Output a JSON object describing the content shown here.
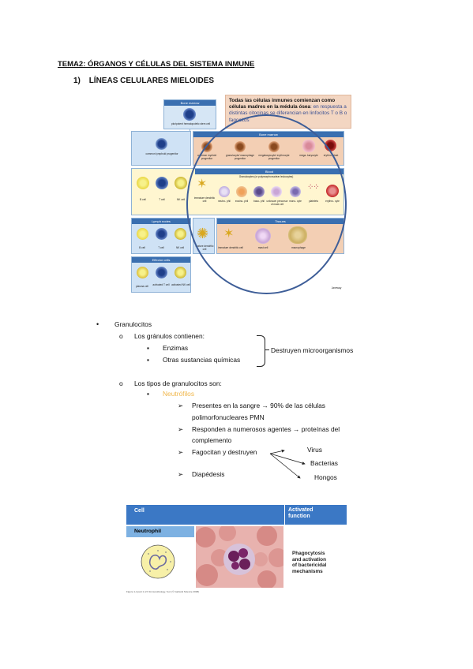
{
  "title": "TEMA2: ÓRGANOS Y CÉLULAS DEL SISTEMA INMUNE",
  "section": {
    "number": "1)",
    "heading": "LÍNEAS CELULARES MIELOIDES"
  },
  "figure": {
    "note": {
      "bold1": "Todas las células inmunes comienzan como células madres en la médula ósea",
      "rest": ": en respuesta a distintas citocinas se diferencian en linfocitos T o B o fagocitos"
    },
    "headers": {
      "bone_marrow_top": "Bone marrow",
      "bone_marrow_right": "Bone marrow",
      "blood": "Blood",
      "granulocytes": "Granulocytes (or polymorphonuclear leukocytes)",
      "lymph_nodes": "Lymph nodes",
      "tissues": "Tissues",
      "effector_cells": "Effector cells"
    },
    "labels": {
      "stem": "pluripotent hematopoietic stem cell",
      "lymphoid": "common lymphoid progenitor",
      "myeloid": "common myeloid progenitor",
      "gran_mac": "granulocyte/ macrophage progenitor",
      "meg_ery": "megakaryocyte/ erythrocyte progenitor",
      "megakaryocyte": "mega- karyocyte",
      "erythroblast": "erythro- blast",
      "bcell": "B cell",
      "tcell": "T cell",
      "nkcell": "NK cell",
      "immature_dc": "immature dendritic cell",
      "neutrophil": "neutro- phil",
      "eosinophil": "eosino- phil",
      "basophil": "baso- phil",
      "unknown": "unknown precursor of mast cell",
      "monocyte": "mono- cyte",
      "platelets": "platelets",
      "erythrocyte": "erythro- cyte",
      "mature_dc": "mature dendritic cell",
      "immature_dc2": "immature dendritic cell",
      "mast": "mast cell",
      "macrophage": "macrophage",
      "plasma": "plasma cell",
      "activated_t": "activated T cell",
      "activated_nk": "activated NK cell",
      "credit": "Janeway"
    }
  },
  "list": {
    "granulocitos": "Granulocitos",
    "granulos": "Los gránulos contienen:",
    "enzimas": "Enzimas",
    "otras": "Otras sustancias químicas",
    "destruyen": "Destruyen microorganismos",
    "tipos": "Los tipos de granulocitos son:",
    "neutrofilos": "Neutrófilos",
    "presentes_1": "Presentes en la sangre → 90% de las células",
    "presentes_2": "polimorfonucleares PMN",
    "responden_1": "Responden a numerosos agentes → proteínas del",
    "responden_2": "complemento",
    "fagocitan": "Fagocitan y destruyen",
    "virus": "Virus",
    "bacterias": "Bacterias",
    "hongos": "Hongos",
    "diapedesis": "Diapédesis",
    "bullet_sym": "•",
    "o_sym": "o",
    "sq_sym": "▪",
    "arrow_sym": "➢"
  },
  "table": {
    "col1": "Cell",
    "col2_line1": "Activated",
    "col2_line2": "function",
    "row": "Neutrophil",
    "func_line1": "Phagocytosis",
    "func_line2": "and activation",
    "func_line3": "of bactericidal",
    "func_line4": "mechanisms",
    "credit": "Figure 1-4 part 1 of 6 Immunobiology, 7ed. (© Garland Science 2008)"
  }
}
